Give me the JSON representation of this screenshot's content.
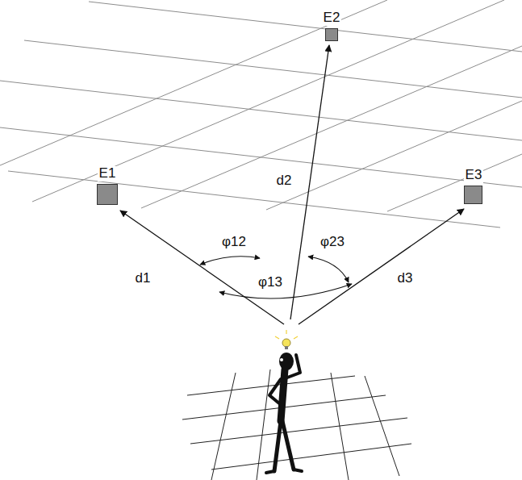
{
  "diagram": {
    "nodes": [
      {
        "text": [
          "E1"
        ]
      },
      {
        "text": [
          "E2"
        ]
      },
      {
        "text": [
          "E3"
        ]
      }
    ],
    "labels": [
      "d1",
      "d2",
      "d3",
      "φ12",
      "φ23",
      "φ13"
    ]
  }
}
